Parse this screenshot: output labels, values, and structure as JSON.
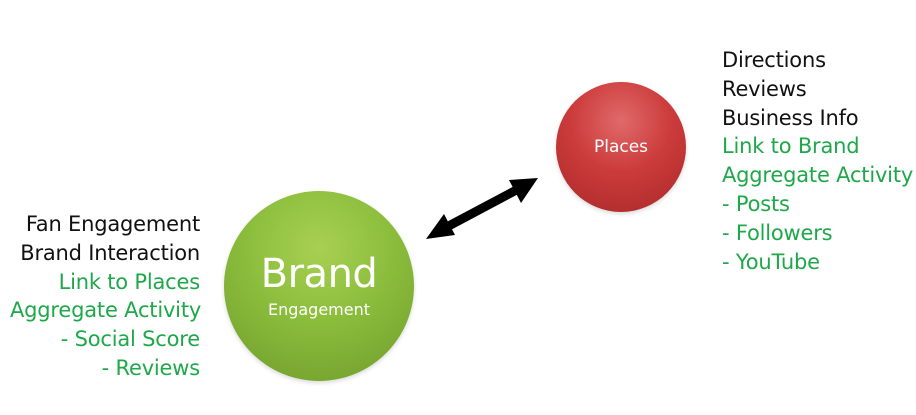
{
  "brand_node": {
    "title": "Brand",
    "subtitle": "Engagement",
    "color": "#8bbd3c"
  },
  "places_node": {
    "title": "Places",
    "color": "#cc3b3b"
  },
  "left_list": {
    "items": [
      {
        "text": "Fan Engagement",
        "color": "#111111"
      },
      {
        "text": "Brand Interaction",
        "color": "#111111"
      },
      {
        "text": "Link to Places",
        "color": "#1ea84a"
      },
      {
        "text": "Aggregate Activity",
        "color": "#1ea84a"
      },
      {
        "text": "- Social Score",
        "color": "#1ea84a"
      },
      {
        "text": "- Reviews",
        "color": "#1ea84a"
      }
    ]
  },
  "right_list": {
    "items": [
      {
        "text": "Directions",
        "color": "#111111"
      },
      {
        "text": "Reviews",
        "color": "#111111"
      },
      {
        "text": "Business Info",
        "color": "#111111"
      },
      {
        "text": "Link to Brand",
        "color": "#1ea84a"
      },
      {
        "text": "Aggregate Activity",
        "color": "#1ea84a"
      },
      {
        "text": "- Posts",
        "color": "#1ea84a"
      },
      {
        "text": "- Followers",
        "color": "#1ea84a"
      },
      {
        "text": "- YouTube",
        "color": "#1ea84a"
      }
    ]
  },
  "connector": {
    "type": "double-headed-arrow",
    "color": "#000000"
  }
}
